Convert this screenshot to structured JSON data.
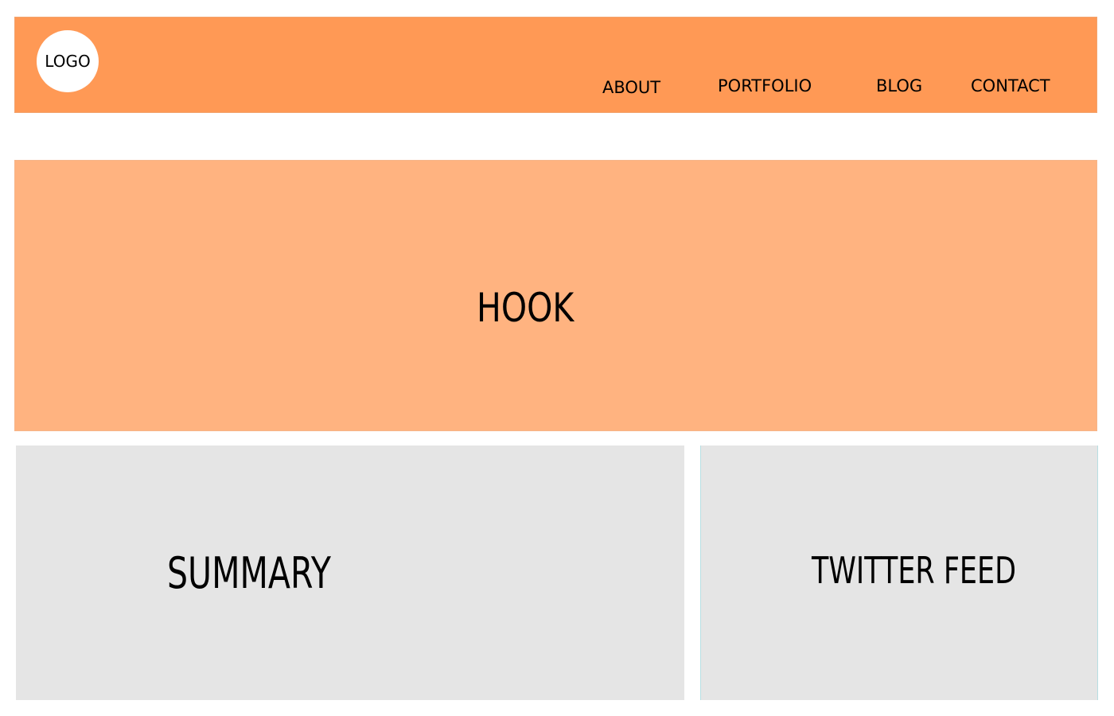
{
  "header": {
    "logo": "LOGO",
    "nav": [
      {
        "label": "ABOUT"
      },
      {
        "label": "PORTFOLIO"
      },
      {
        "label": "BLOG"
      },
      {
        "label": "CONTACT"
      }
    ]
  },
  "hook": {
    "label": "HOOK"
  },
  "summary": {
    "label": "SUMMARY"
  },
  "twitter": {
    "label": "TWITTER FEED"
  },
  "colors": {
    "header_background": "#ff9955",
    "hook_background": "#ffb380",
    "panel_background": "#e5e5e5",
    "logo_background": "#ffffff",
    "twitter_border": "#b7dfe3"
  }
}
